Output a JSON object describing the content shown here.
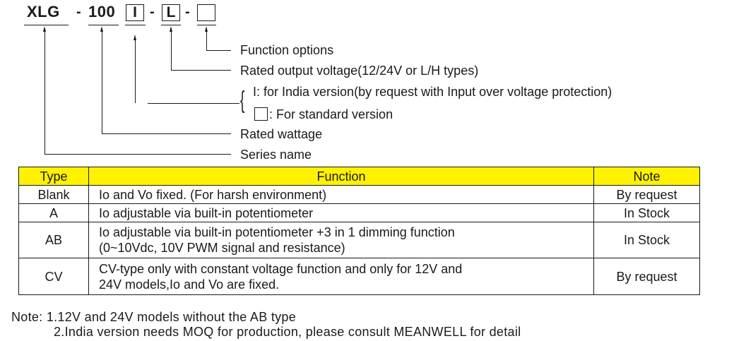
{
  "model_code": {
    "series": "XLG",
    "dash1": "-",
    "wattage": "100",
    "india_option": "I",
    "dash2": "-",
    "voltage_type": "L",
    "dash3": "-",
    "function_option": ""
  },
  "legend": {
    "function_options": "Function options",
    "rated_output_voltage": "Rated output voltage(12/24V or L/H types)",
    "india_version": "I: for India version(by request with Input over voltage protection)",
    "standard_version": ": For standard version",
    "rated_wattage": "Rated wattage",
    "series_name": "Series name"
  },
  "table": {
    "header_color": "#fff200",
    "headers": {
      "type": "Type",
      "function": "Function",
      "note": "Note"
    },
    "rows": [
      {
        "type": "Blank",
        "function": [
          "Io and Vo fixed. (For harsh environment)"
        ],
        "note": "By request"
      },
      {
        "type": "A",
        "function": [
          "Io adjustable via built-in potentiometer"
        ],
        "note": "In Stock"
      },
      {
        "type": "AB",
        "function": [
          "Io adjustable via built-in potentiometer +3 in 1 dimming function",
          "(0~10Vdc, 10V PWM signal and resistance)"
        ],
        "note": "In Stock"
      },
      {
        "type": "CV",
        "function": [
          "CV-type only with constant voltage function and only for 12V and",
          "24V models,Io and Vo are fixed."
        ],
        "note": "By request"
      }
    ]
  },
  "notes": {
    "line1": "Note: 1.12V and 24V models without the AB type",
    "line2": "2.India version needs MOQ for production, please consult MEANWELL for detail"
  }
}
